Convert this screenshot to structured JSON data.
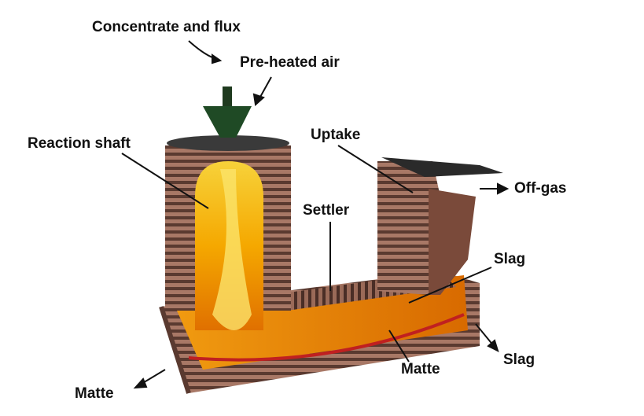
{
  "labels": {
    "concentrate": "Concentrate and flux",
    "air": "Pre-heated air",
    "reaction_shaft": "Reaction shaft",
    "uptake": "Uptake",
    "off_gas": "Off-gas",
    "settler": "Settler",
    "slag_top": "Slag",
    "slag_out": "Slag",
    "matte_mid": "Matte",
    "matte_out": "Matte"
  },
  "colors": {
    "brick": "#8a5a48",
    "flame": "#f5a800",
    "melt": "#e8860a",
    "cap": "#2a2a2a"
  }
}
